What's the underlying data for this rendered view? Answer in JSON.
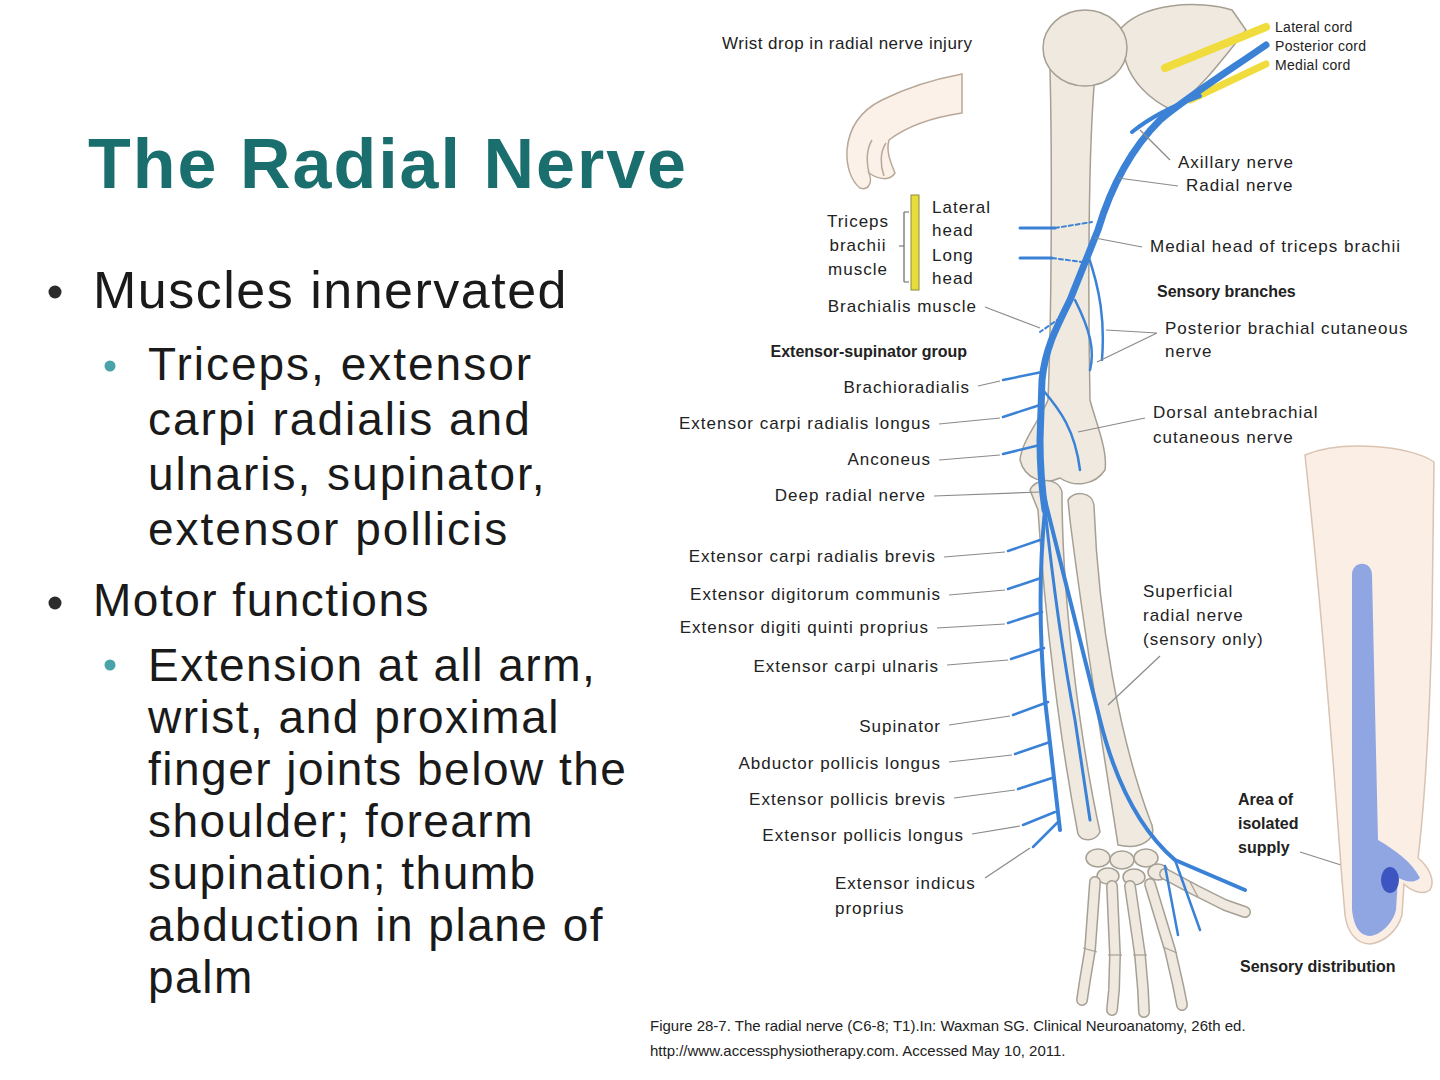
{
  "diagram": {
    "title": "The Radial Nerve",
    "caption": "Figure 28-7. The radial nerve (C6-8; T1).In: Waxman SG. Clinical Neuroanatomy, 26th ed. http://www.accessphysiotherapy.com. Accessed May 10, 2011.",
    "labels": [
      "Muscles innervated",
      "Triceps, extensor carpi radialis and ulnaris, supinator, extensor pollicis",
      "Motor functions",
      "Extension at all arm, wrist, and proximal finger joints below the shoulder; forearm supination; thumb abduction in plane of palm",
      "Wrist drop in radial nerve injury",
      "Lateral cord",
      "Posterior cord",
      "Medial cord",
      "Axillary nerve",
      "Radial nerve",
      "Triceps brachii muscle",
      "Lateral head",
      "Long head",
      "Medial head of triceps brachii",
      "Sensory branches",
      "Brachialis muscle",
      "Posterior brachial cutaneous nerve",
      "Extensor-supinator group",
      "Brachioradialis",
      "Dorsal antebrachial cutaneous nerve",
      "Extensor carpi radialis longus",
      "Anconeus",
      "Deep radial nerve",
      "Extensor carpi radialis brevis",
      "Superficial radial nerve (sensory only)",
      "Extensor digitorum communis",
      "Extensor digiti quinti proprius",
      "Extensor carpi ulnaris",
      "Supinator",
      "Abductor pollicis longus",
      "Area of isolated supply",
      "Extensor pollicis brevis",
      "Extensor pollicis longus",
      "Extensor indicus proprius",
      "Sensory distribution"
    ]
  }
}
